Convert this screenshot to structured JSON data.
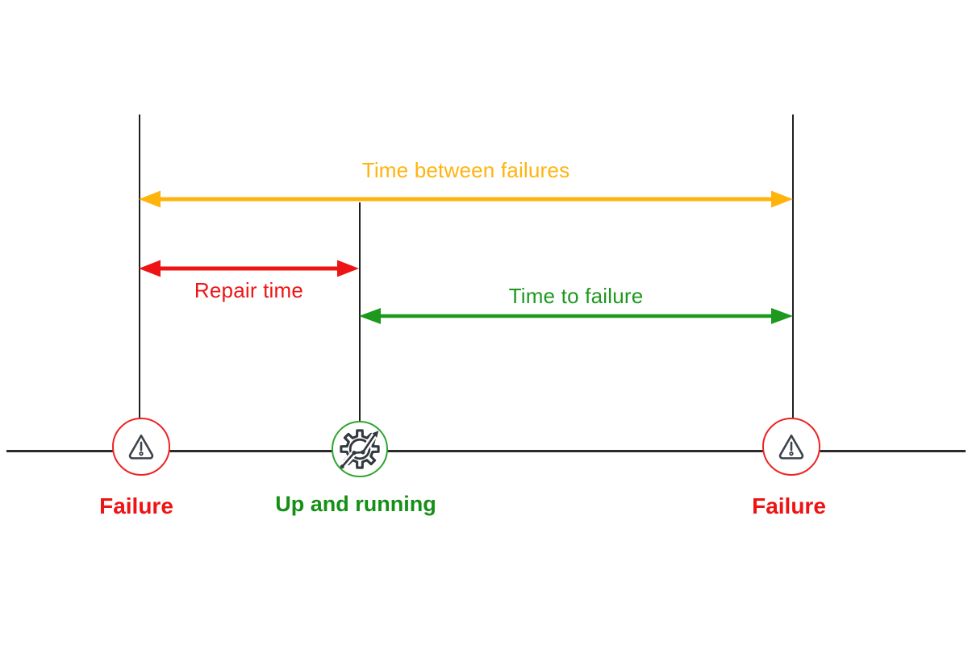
{
  "arrows": {
    "between_failures": {
      "label": "Time between failures",
      "color": "#FFB30D"
    },
    "repair_time": {
      "label": "Repair time",
      "color": "#EE1414"
    },
    "time_to_failure": {
      "label": "Time to failure",
      "color": "#1D991D"
    }
  },
  "events": [
    {
      "label": "Failure",
      "icon": "warning-icon",
      "color": "#EE1414"
    },
    {
      "label": "Up and running",
      "icon": "gear-trend-icon",
      "color": "#168F16"
    },
    {
      "label": "Failure",
      "icon": "warning-icon",
      "color": "#EE1414"
    }
  ]
}
